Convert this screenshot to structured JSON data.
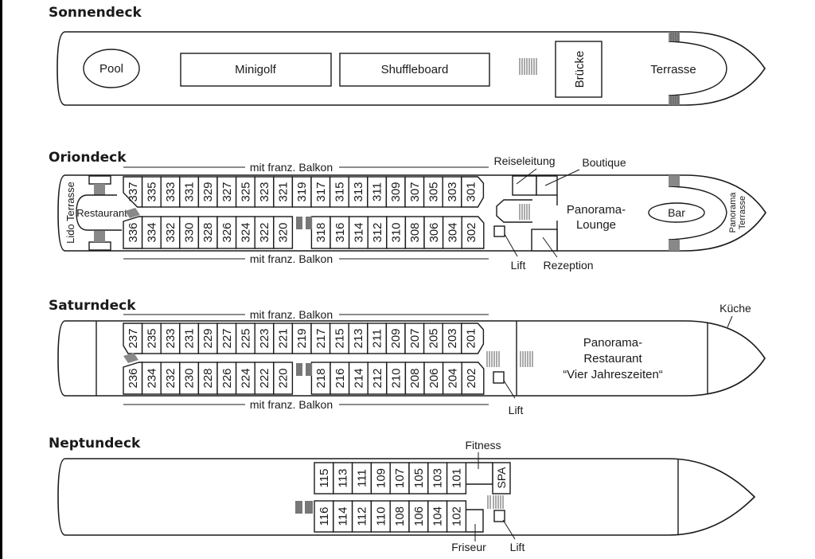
{
  "decks": [
    {
      "name": "Sonnendeck",
      "features": {
        "pool": "Pool",
        "minigolf": "Minigolf",
        "shuffleboard": "Shuffleboard",
        "bridge": "Brücke",
        "terrace": "Terrasse"
      }
    },
    {
      "name": "Oriondeck",
      "balcony_label_top": "mit franz. Balkon",
      "balcony_label_bottom": "mit franz. Balkon",
      "cabins_top": [
        "337",
        "335",
        "333",
        "331",
        "329",
        "327",
        "325",
        "323",
        "321",
        "319",
        "317",
        "315",
        "313",
        "311",
        "309",
        "307",
        "305",
        "303",
        "301"
      ],
      "cabins_bottom": [
        "336",
        "334",
        "332",
        "330",
        "328",
        "326",
        "324",
        "322",
        "320",
        "318",
        "316",
        "314",
        "312",
        "310",
        "308",
        "306",
        "304",
        "302"
      ],
      "features": {
        "lido_terrace": "Lido Terrasse",
        "restaurant": "Restaurant",
        "tour_desk": "Reiseleitung",
        "boutique": "Boutique",
        "lounge_line1": "Panorama-",
        "lounge_line2": "Lounge",
        "bar": "Bar",
        "panorama_terrace_line1": "Panorama",
        "panorama_terrace_line2": "Terrasse",
        "lift": "Lift",
        "reception": "Rezeption"
      }
    },
    {
      "name": "Saturndeck",
      "balcony_label_top": "mit franz. Balkon",
      "balcony_label_bottom": "mit franz. Balkon",
      "cabins_top": [
        "237",
        "235",
        "233",
        "231",
        "229",
        "227",
        "225",
        "223",
        "221",
        "219",
        "217",
        "215",
        "213",
        "211",
        "209",
        "207",
        "205",
        "203",
        "201"
      ],
      "cabins_bottom": [
        "236",
        "234",
        "232",
        "230",
        "228",
        "226",
        "224",
        "222",
        "220",
        "218",
        "216",
        "214",
        "212",
        "210",
        "208",
        "206",
        "204",
        "202"
      ],
      "features": {
        "restaurant_line1": "Panorama-",
        "restaurant_line2": "Restaurant",
        "restaurant_line3": "“Vier Jahreszeiten“",
        "kitchen": "Küche",
        "lift": "Lift"
      }
    },
    {
      "name": "Neptundeck",
      "cabins_top": [
        "115",
        "113",
        "111",
        "109",
        "107",
        "105",
        "103",
        "101"
      ],
      "cabins_bottom": [
        "116",
        "114",
        "112",
        "110",
        "108",
        "106",
        "104",
        "102"
      ],
      "features": {
        "fitness": "Fitness",
        "spa": "SPA",
        "hairdresser": "Friseur",
        "lift": "Lift"
      }
    }
  ]
}
